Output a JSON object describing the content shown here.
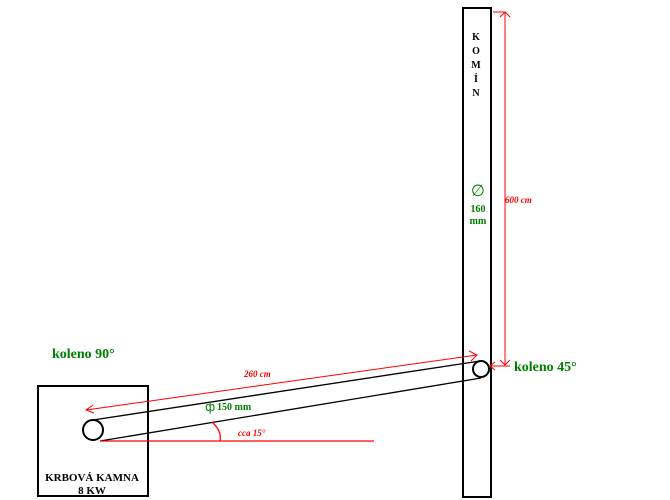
{
  "labels": {
    "chimney_letters": [
      "K",
      "O",
      "M",
      "Í",
      "N"
    ],
    "chimney_diameter_symbol": "∅",
    "chimney_diameter_value": "160",
    "chimney_diameter_unit": "mm",
    "chimney_height": "600 cm",
    "pipe_length": "260 cm",
    "pipe_diameter_symbol": "ф",
    "pipe_diameter_value": "150 mm",
    "pipe_angle": "cca 15°",
    "elbow_90": "koleno 90°",
    "elbow_45": "koleno 45°",
    "stove_line1": "KRBOVÁ KAMNA",
    "stove_line2": "8 KW"
  },
  "colors": {
    "outline": "#000000",
    "dimension": "#ff0000",
    "label_green": "#008000"
  }
}
